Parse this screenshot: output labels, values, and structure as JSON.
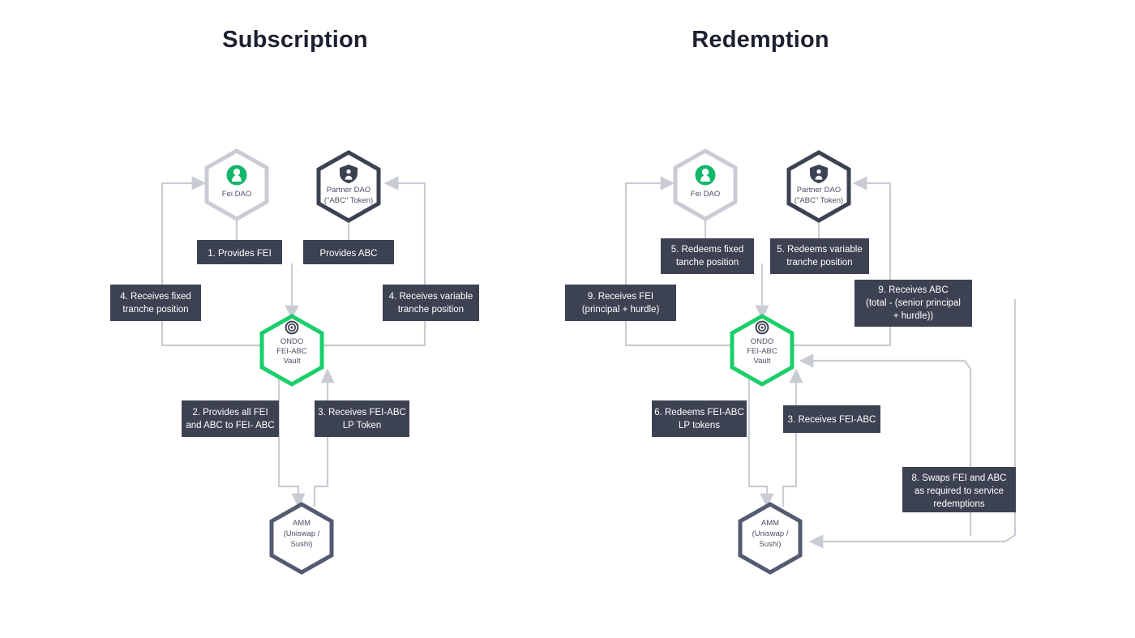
{
  "panels": {
    "subscription": {
      "title": "Subscription"
    },
    "redemption": {
      "title": "Redemption"
    }
  },
  "colors": {
    "background": "#ffffff",
    "box_fill": "#3d4252",
    "box_text": "#ffffff",
    "connector": "#c9ccd3",
    "accent_green": "#19cf6a",
    "hex_grey_stroke": "#c9ccd3",
    "hex_dark_stroke": "#3d4252",
    "hex_amm_stroke": "#545a70",
    "title_text": "#1d2030",
    "node_text": "#4a5062"
  },
  "nodes": {
    "sub_fei_dao": {
      "label": [
        "Fei DAO"
      ],
      "icon": "fei-dao-icon",
      "style": "grey-hex"
    },
    "sub_partner_dao": {
      "label": [
        "Partner DAO",
        "(\"ABC\" Token)"
      ],
      "icon": "shield-person-icon",
      "style": "dark-hex"
    },
    "sub_vault": {
      "label": [
        "ONDO",
        "FEI-ABC",
        "Vault"
      ],
      "icon": "ondo-spiral-icon",
      "style": "green-hex"
    },
    "sub_amm": {
      "label": [
        "AMM",
        "(Uniswap /",
        "Sushi)"
      ],
      "icon": "",
      "style": "amm-hex"
    },
    "red_fei_dao": {
      "label": [
        "Fei DAO"
      ],
      "icon": "fei-dao-icon",
      "style": "grey-hex"
    },
    "red_partner_dao": {
      "label": [
        "Partner DAO",
        "(\"ABC\" Token)"
      ],
      "icon": "shield-person-icon",
      "style": "dark-hex"
    },
    "red_vault": {
      "label": [
        "ONDO",
        "FEI-ABC",
        "Vault"
      ],
      "icon": "ondo-spiral-icon",
      "style": "green-hex"
    },
    "red_amm": {
      "label": [
        "AMM",
        "(Uniswap /",
        "Sushi)"
      ],
      "icon": "",
      "style": "amm-hex"
    }
  },
  "steps": {
    "subscription": [
      {
        "id": "sub-step-1",
        "lines": [
          "1. Provides FEI"
        ]
      },
      {
        "id": "sub-step-provides-abc",
        "lines": [
          "Provides ABC"
        ]
      },
      {
        "id": "sub-step-4-fixed",
        "lines": [
          "4. Receives fixed",
          "tranche position"
        ]
      },
      {
        "id": "sub-step-4-variable",
        "lines": [
          "4. Receives variable",
          "tranche position"
        ]
      },
      {
        "id": "sub-step-2",
        "lines": [
          "2. Provides all FEI",
          "and ABC to FEI- ABC"
        ]
      },
      {
        "id": "sub-step-3",
        "lines": [
          "3. Receives FEI-ABC",
          "LP Token"
        ]
      }
    ],
    "redemption": [
      {
        "id": "red-step-5-fixed",
        "lines": [
          "5. Redeems fixed",
          "tanche position"
        ]
      },
      {
        "id": "red-step-5-variable",
        "lines": [
          "5. Redeems variable",
          "tranche position"
        ]
      },
      {
        "id": "red-step-9-fei",
        "lines": [
          "9. Receives FEI",
          "(principal + hurdle)"
        ]
      },
      {
        "id": "red-step-9-abc",
        "lines": [
          "9. Receives ABC",
          "(total - (senior principal",
          "+ hurdle))"
        ]
      },
      {
        "id": "red-step-6",
        "lines": [
          "6. Redeems FEI-ABC",
          "LP tokens"
        ]
      },
      {
        "id": "red-step-3",
        "lines": [
          "3. Receives FEI-ABC"
        ]
      },
      {
        "id": "red-step-8",
        "lines": [
          "8. Swaps FEI and ABC",
          "as required to service",
          "redemptions"
        ]
      }
    ]
  }
}
